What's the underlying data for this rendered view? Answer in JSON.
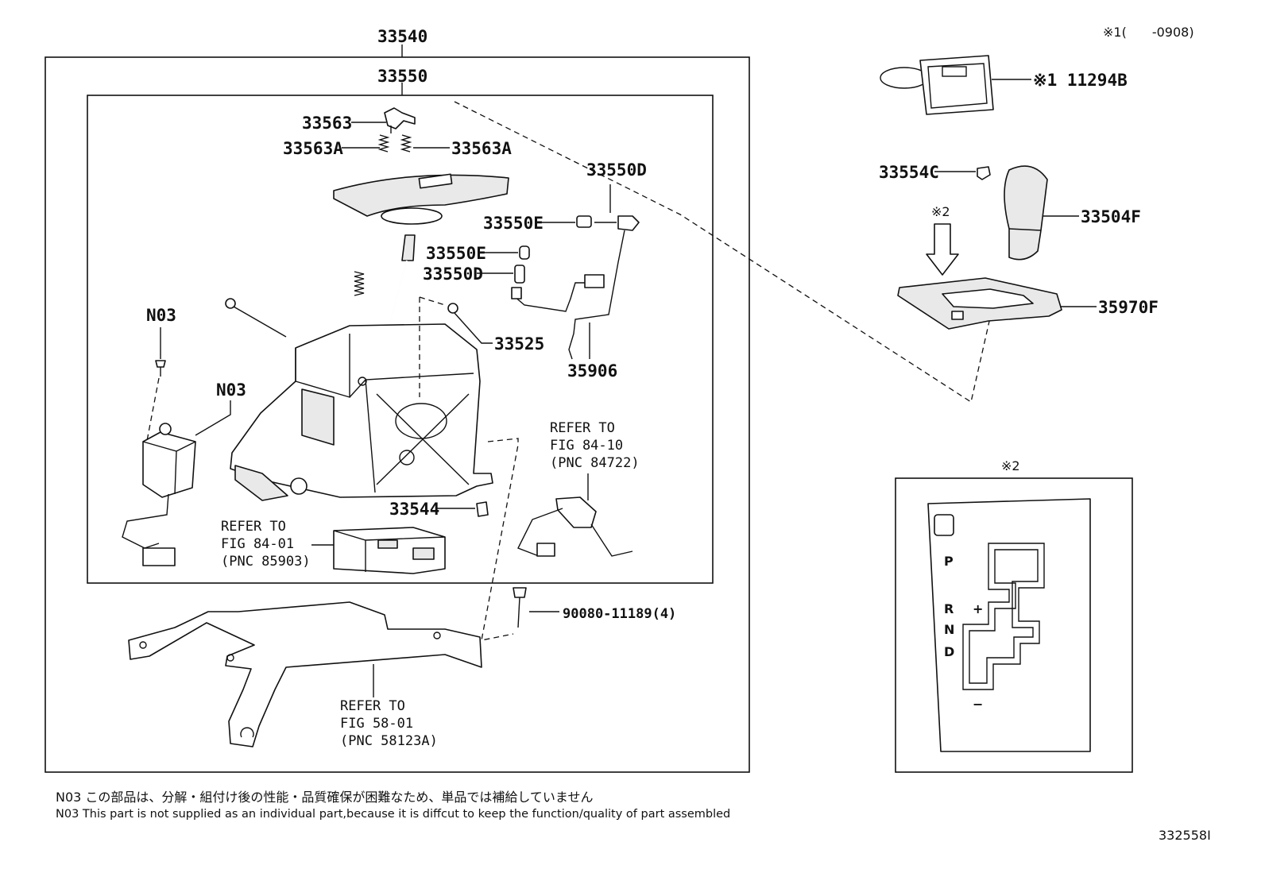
{
  "header": {
    "top_right_note": "※1(　　-0908)"
  },
  "callouts": {
    "assembly_outer": "33540",
    "assembly_inner": "33550",
    "p33563": "33563",
    "p33563A_left": "33563A",
    "p33563A_right": "33563A",
    "p33550D_top": "33550D",
    "p33550E_top": "33550E",
    "p33550E_mid": "33550E",
    "p33550D_mid": "33550D",
    "p33525": "33525",
    "p35906": "35906",
    "n03_top": "N03",
    "n03_mid": "N03",
    "p33544": "33544",
    "bolt": "90080-11189(4)",
    "p11294B": "※1 11294B",
    "p33554C": "33554C",
    "p33504F": "33504F",
    "p35970F": "35970F",
    "mark2_arrow": "※2",
    "mark2_inset": "※2"
  },
  "references": {
    "ref1": [
      "REFER TO",
      "FIG 84-01",
      "(PNC 85903)"
    ],
    "ref2": [
      "REFER TO",
      "FIG 84-10",
      "(PNC 84722)"
    ],
    "ref3": [
      "REFER TO",
      "FIG 58-01",
      "(PNC 58123A)"
    ]
  },
  "gate_inset": {
    "labels": [
      "P",
      "R",
      "N",
      "D"
    ],
    "plus": "+",
    "minus": "−"
  },
  "notes": {
    "jp": "N03 この部品は、分解・組付け後の性能・品質確保が困難なため、単品では補給していません",
    "en": "N03 This part is not supplied as an  individual part,because it is diffcut to keep the function/quality of part assembled"
  },
  "figure_number": "332558I"
}
